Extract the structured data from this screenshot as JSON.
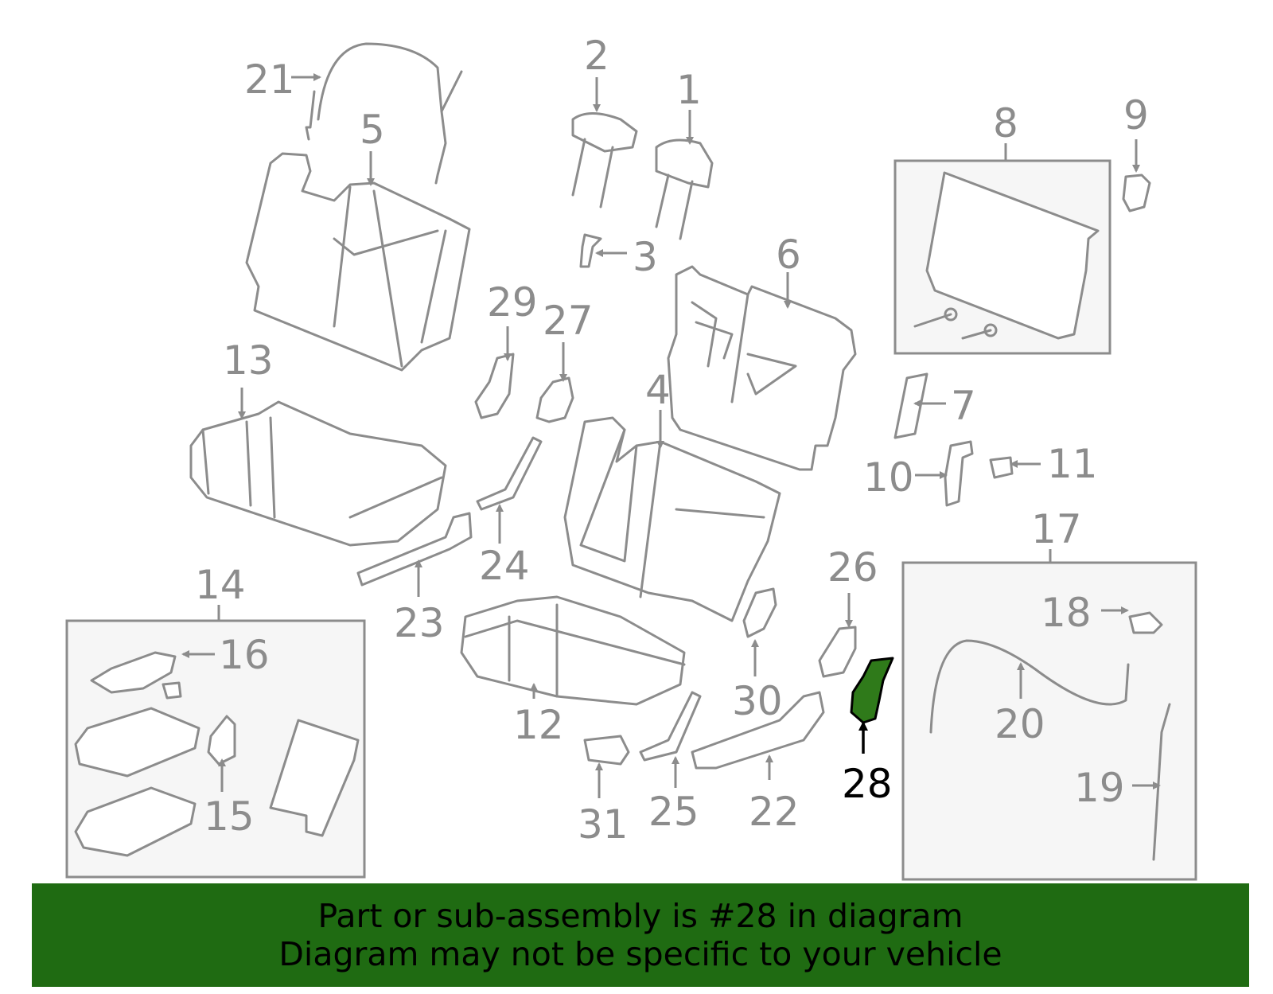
{
  "diagram": {
    "callouts": [
      "1",
      "2",
      "3",
      "4",
      "5",
      "6",
      "7",
      "8",
      "9",
      "10",
      "11",
      "12",
      "13",
      "14",
      "15",
      "16",
      "17",
      "18",
      "19",
      "20",
      "21",
      "22",
      "23",
      "24",
      "25",
      "26",
      "27",
      "28",
      "29",
      "30",
      "31"
    ],
    "highlighted": "28",
    "highlight_color": "#2f7a1a"
  },
  "banner": {
    "line1": "Part or sub-assembly is #28 in diagram",
    "line2": "Diagram may not be specific to your vehicle",
    "background": "#1f6b12"
  }
}
